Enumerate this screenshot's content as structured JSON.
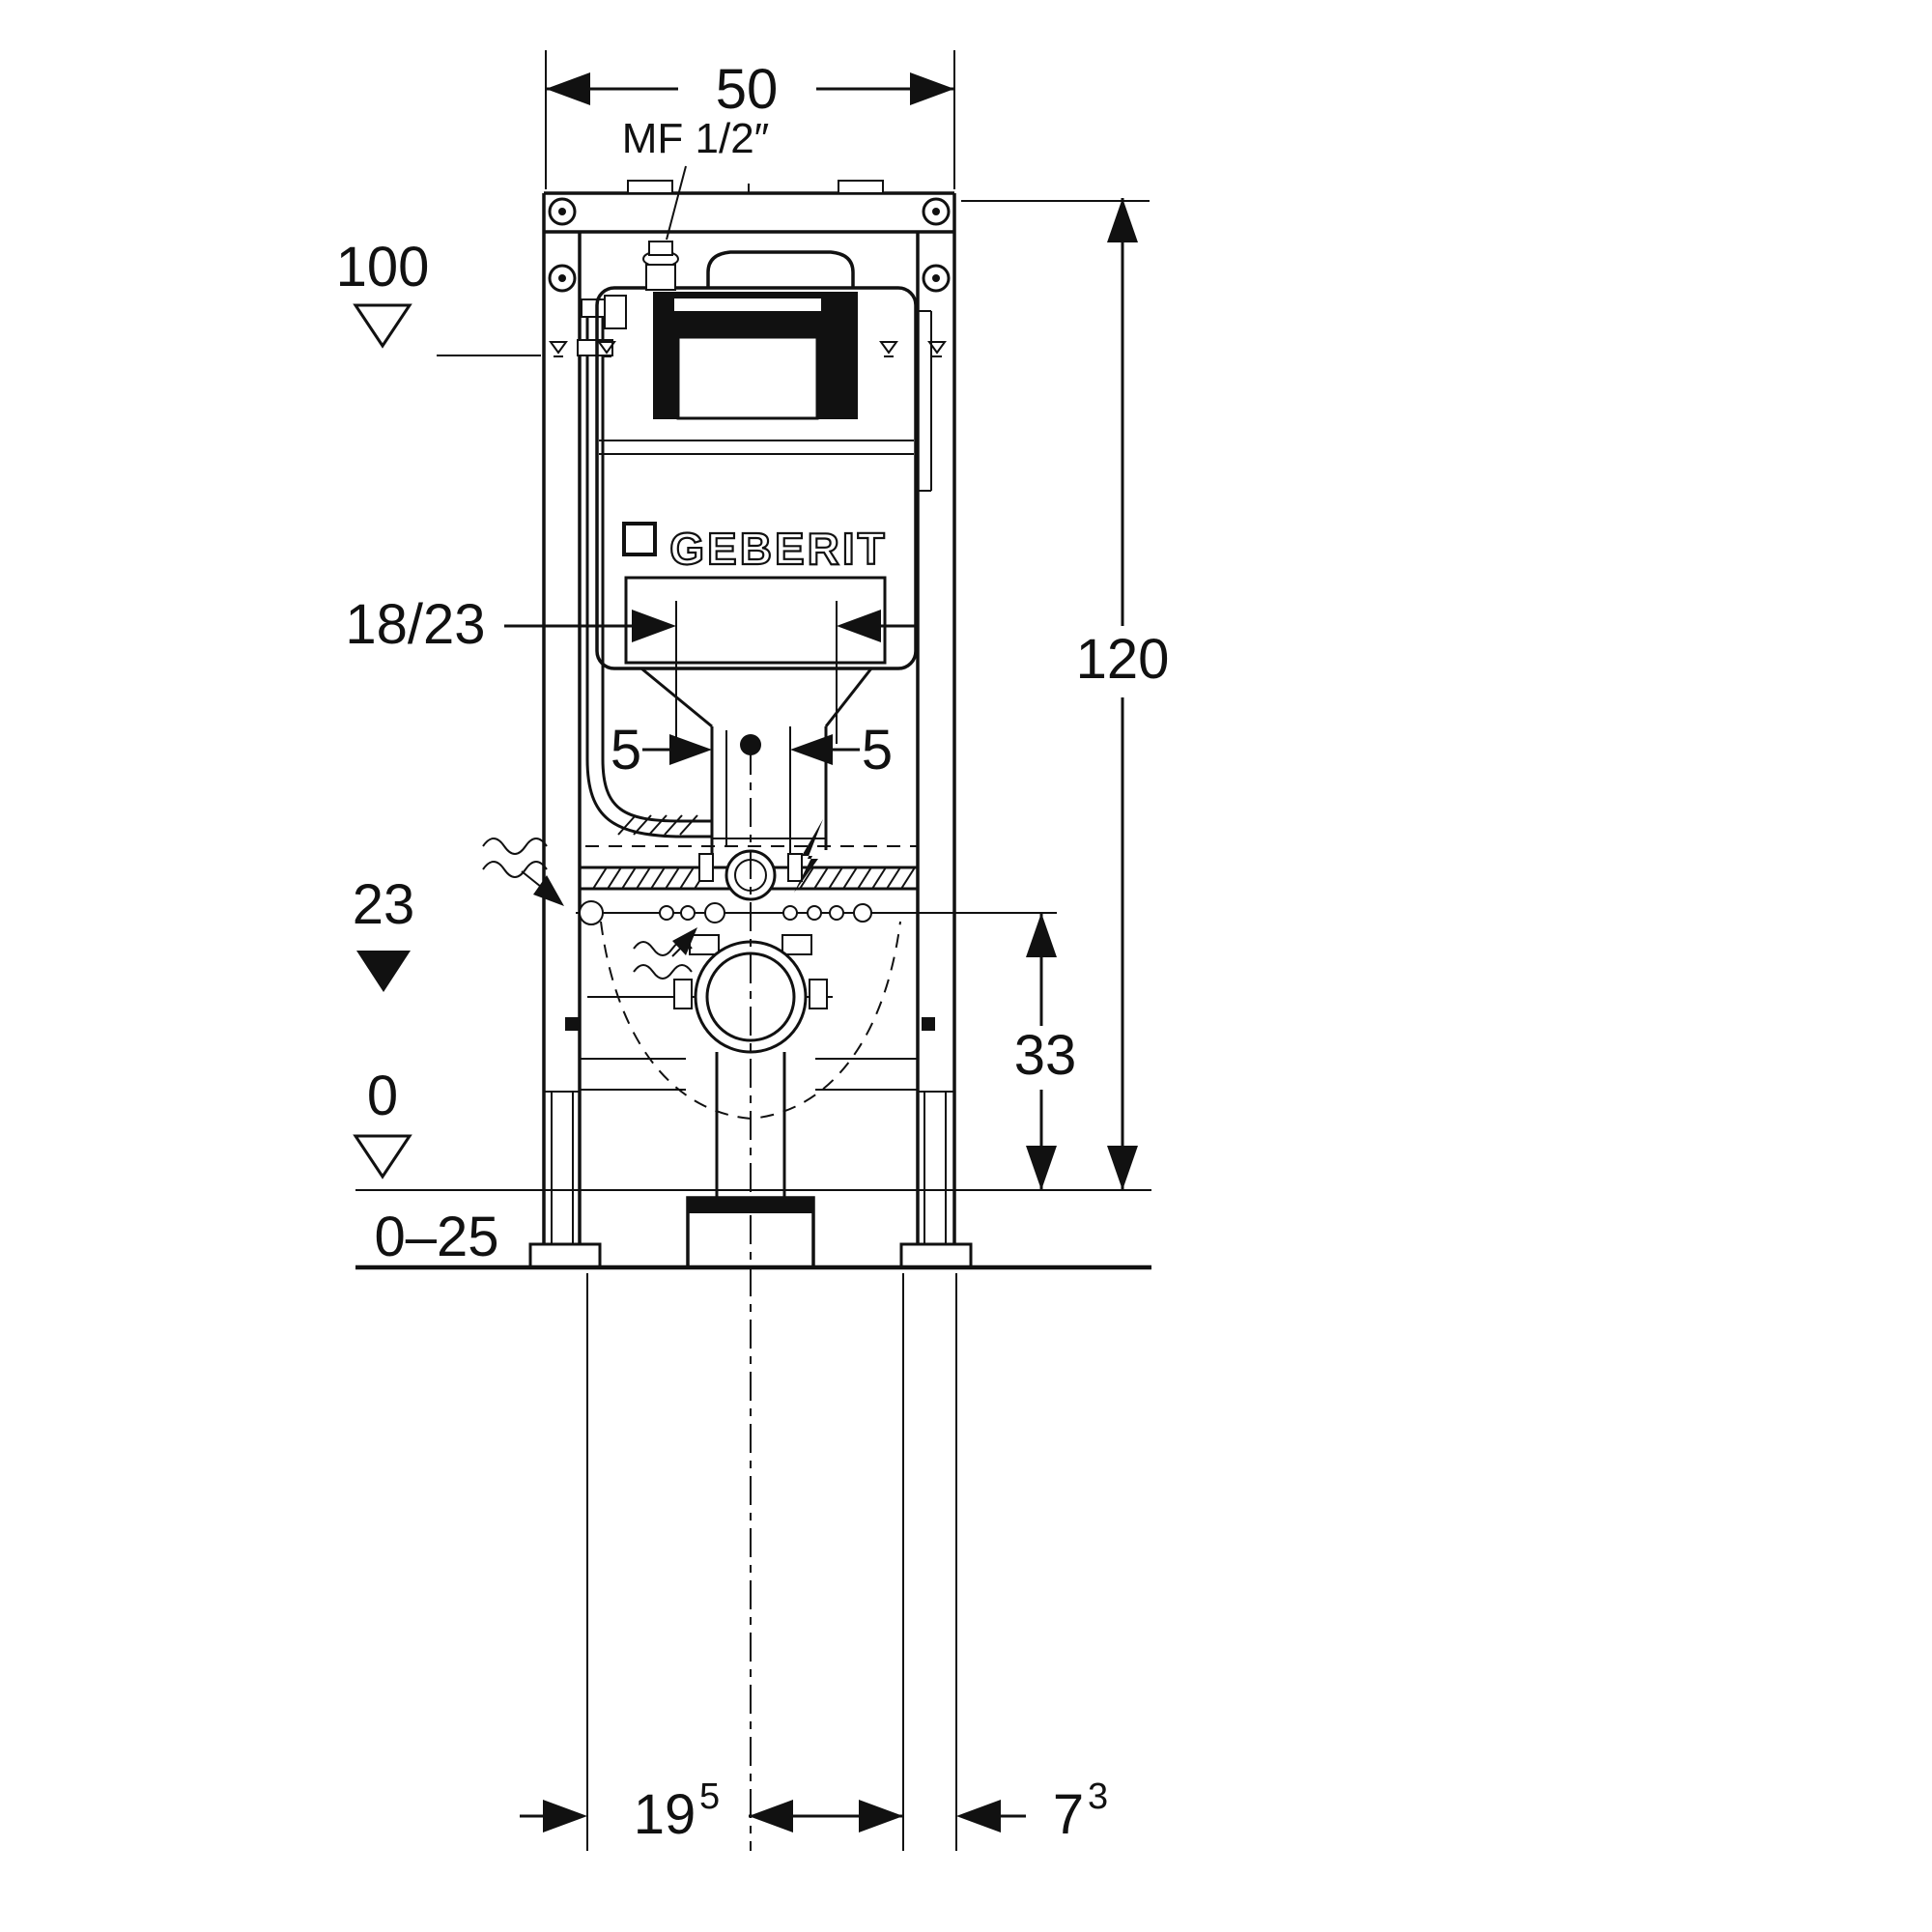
{
  "diagram": {
    "brand_logo": "GEBERIT",
    "dimensions": {
      "top_width": "50",
      "supply_connection": "MF 1/2″",
      "level_100": "100",
      "total_height": "120",
      "pipe_spacing": "18/23",
      "offset_left": "5",
      "offset_right": "5",
      "outlet_level": "23",
      "fixing_height": "33",
      "floor_level": "0",
      "adjust_range": "0–25",
      "outlet_depth_main": "19",
      "outlet_depth_sup": "5",
      "rear_depth_main": "7",
      "rear_depth_sup": "3"
    },
    "colors": {
      "line": "#111111",
      "background": "#ffffff"
    }
  }
}
